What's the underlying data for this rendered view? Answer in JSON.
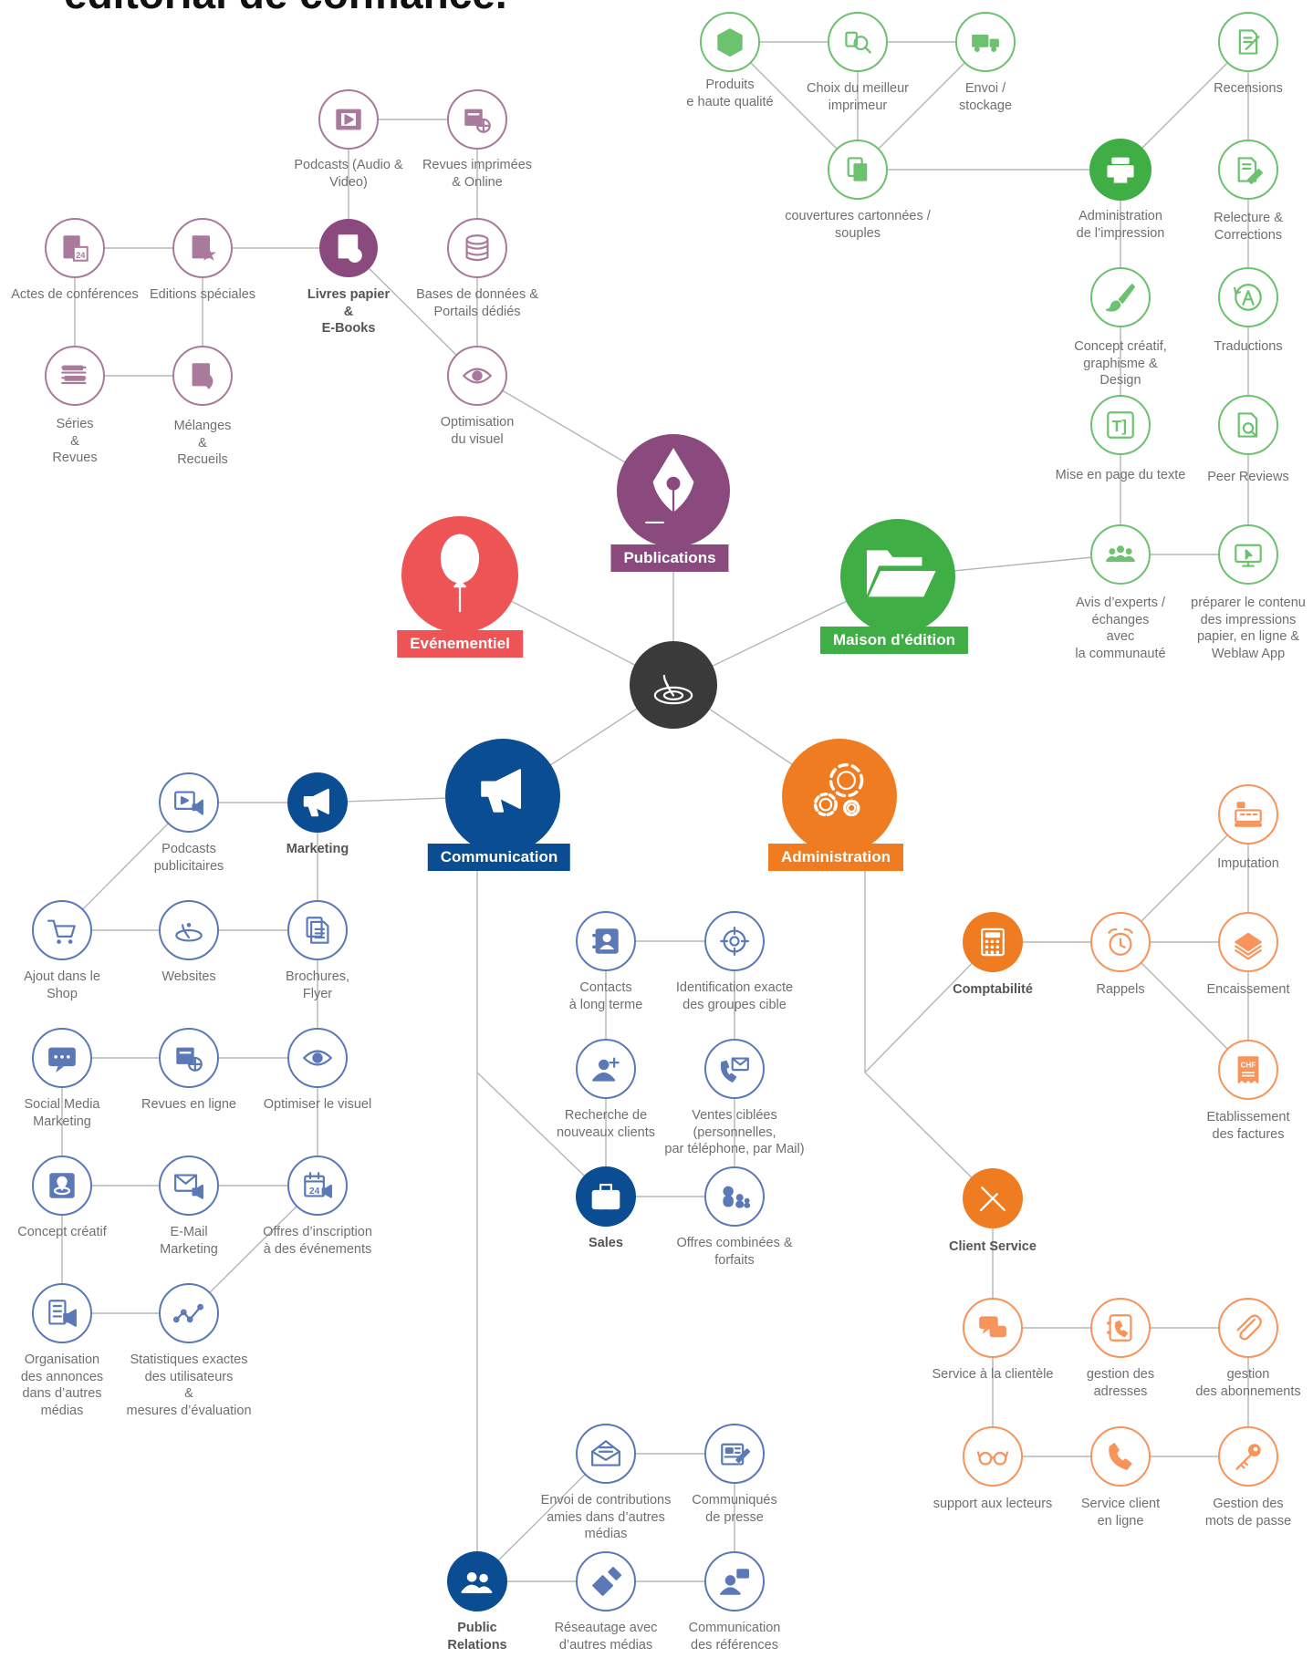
{
  "headline": "editorial de confiance.",
  "colors": {
    "green": "#6cc26f",
    "dark_green": "#3fae45",
    "purple": "#a97a9c",
    "dark_purple": "#8a4a7d",
    "red": "#ee5456",
    "dark_gray": "#3a3a3a",
    "blue": "#5b79b6",
    "dark_blue": "#0b4d92",
    "orange": "#f7945b",
    "dark_orange": "#f07c21",
    "line": "#b5b5b5"
  },
  "hubs": [
    {
      "id": "center",
      "label": "",
      "color": "#3a3a3a",
      "icon": "map-pin-icon"
    },
    {
      "id": "publications",
      "label": "Publications",
      "color": "#8a4a7d",
      "icon": "pen-nib-icon"
    },
    {
      "id": "evenementiel",
      "label": "Evénementiel",
      "color": "#ee5456",
      "icon": "balloon-icon"
    },
    {
      "id": "maison",
      "label": "Maison d’édition",
      "color": "#3fae45",
      "icon": "folder-icon"
    },
    {
      "id": "communication",
      "label": "Communication",
      "color": "#0b4d92",
      "icon": "megaphone-icon"
    },
    {
      "id": "administration",
      "label": "Administration",
      "color": "#f07c21",
      "icon": "gears-icon"
    }
  ],
  "nodes": [
    {
      "id": "produits",
      "label": "Produits\ne haute qualité",
      "style": "outline",
      "color": "#6cc26f",
      "icon": "box-icon"
    },
    {
      "id": "imprimeur",
      "label": "Choix du meilleur\nimprimeur",
      "style": "outline",
      "color": "#6cc26f",
      "icon": "magnifier-icon"
    },
    {
      "id": "envoi",
      "label": "Envoi /\nstockage",
      "style": "outline",
      "color": "#6cc26f",
      "icon": "truck-icon"
    },
    {
      "id": "couvertures",
      "label": "couvertures cartonnées /\nsouples",
      "style": "outline",
      "color": "#6cc26f",
      "icon": "cover-icon"
    },
    {
      "id": "admin_impression",
      "label": "Administration\nde l’impression",
      "style": "solid",
      "color": "#3fae45",
      "icon": "printer-icon"
    },
    {
      "id": "recensions",
      "label": "Recensions",
      "style": "outline",
      "color": "#6cc26f",
      "icon": "document-edit-icon"
    },
    {
      "id": "relecture",
      "label": "Relecture &\nCorrections",
      "style": "outline",
      "color": "#6cc26f",
      "icon": "document-pencil-icon"
    },
    {
      "id": "concept_creatif_green",
      "label": "Concept créatif,\ngraphisme &\nDesign",
      "style": "outline",
      "color": "#6cc26f",
      "icon": "brush-icon"
    },
    {
      "id": "traductions",
      "label": "Traductions",
      "style": "outline",
      "color": "#6cc26f",
      "icon": "translate-icon"
    },
    {
      "id": "mise_en_page",
      "label": "Mise en page du texte",
      "style": "outline",
      "color": "#6cc26f",
      "icon": "text-icon"
    },
    {
      "id": "peer_reviews",
      "label": "Peer Reviews",
      "style": "outline",
      "color": "#6cc26f",
      "icon": "document-search-icon"
    },
    {
      "id": "avis_experts",
      "label": "Avis d’experts /\néchanges\navec\nla communauté",
      "style": "outline",
      "color": "#6cc26f",
      "icon": "people-icon"
    },
    {
      "id": "preparer",
      "label": "préparer le contenu\ndes impressions\npapier, en ligne &\nWeblaw App",
      "style": "outline",
      "color": "#6cc26f",
      "icon": "monitor-icon"
    },
    {
      "id": "podcasts_av",
      "label": "Podcasts (Audio &\nVideo)",
      "style": "outline",
      "color": "#a97a9c",
      "icon": "video-icon"
    },
    {
      "id": "revues_imprimees",
      "label": "Revues imprimées\n& Online",
      "style": "outline",
      "color": "#a97a9c",
      "icon": "web-document-icon"
    },
    {
      "id": "livres",
      "label": "Livres papier\n&\nE-Books",
      "style": "solid",
      "color": "#8a4a7d",
      "icon": "book-globe-icon",
      "bold": true
    },
    {
      "id": "editions_speciales",
      "label": "Editions spéciales",
      "style": "outline",
      "color": "#a97a9c",
      "icon": "book-star-icon"
    },
    {
      "id": "actes",
      "label": "Actes de conférences",
      "style": "outline",
      "color": "#a97a9c",
      "icon": "book-calendar-icon"
    },
    {
      "id": "bases",
      "label": "Bases de données &\nPortails dédiés",
      "style": "outline",
      "color": "#a97a9c",
      "icon": "database-icon"
    },
    {
      "id": "optimisation",
      "label": "Optimisation\ndu visuel",
      "style": "outline",
      "color": "#a97a9c",
      "icon": "eye-icon"
    },
    {
      "id": "series",
      "label": "Séries\n&\nRevues",
      "style": "outline",
      "color": "#a97a9c",
      "icon": "book-stack-icon"
    },
    {
      "id": "melanges",
      "label": "Mélanges\n&\nRecueils",
      "style": "outline",
      "color": "#a97a9c",
      "icon": "book-leaf-icon"
    },
    {
      "id": "marketing",
      "label": "Marketing",
      "style": "solid",
      "color": "#0b4d92",
      "icon": "megaphone-icon",
      "bold": true
    },
    {
      "id": "podcasts_pub",
      "label": "Podcasts\npublicitaires",
      "style": "outline",
      "color": "#5b79b6",
      "icon": "video-megaphone-icon"
    },
    {
      "id": "ajout_shop",
      "label": "Ajout dans le\nShop",
      "style": "outline",
      "color": "#5b79b6",
      "icon": "cart-icon"
    },
    {
      "id": "websites",
      "label": "Websites",
      "style": "outline",
      "color": "#5b79b6",
      "icon": "location-target-icon"
    },
    {
      "id": "brochures",
      "label": "Brochures,\nFlyer",
      "style": "outline",
      "color": "#5b79b6",
      "icon": "documents-icon"
    },
    {
      "id": "social_media",
      "label": "Social Media\nMarketing",
      "style": "outline",
      "color": "#5b79b6",
      "icon": "chat-bubble-icon"
    },
    {
      "id": "revues_en_ligne",
      "label": "Revues en ligne",
      "style": "outline",
      "color": "#5b79b6",
      "icon": "web-document-icon"
    },
    {
      "id": "optimiser_visuel",
      "label": "Optimiser le visuel",
      "style": "outline",
      "color": "#5b79b6",
      "icon": "eye-icon"
    },
    {
      "id": "concept_creatif_blue",
      "label": "Concept créatif",
      "style": "outline",
      "color": "#5b79b6",
      "icon": "target-pin-icon"
    },
    {
      "id": "email_marketing",
      "label": "E-Mail\nMarketing",
      "style": "outline",
      "color": "#5b79b6",
      "icon": "email-megaphone-icon"
    },
    {
      "id": "offres_inscription",
      "label": "Offres d’inscription\nà des événements",
      "style": "outline",
      "color": "#5b79b6",
      "icon": "calendar-megaphone-icon"
    },
    {
      "id": "organisation_annonces",
      "label": "Organisation\ndes annonces\ndans d’autres\nmédias",
      "style": "outline",
      "color": "#5b79b6",
      "icon": "list-megaphone-icon"
    },
    {
      "id": "statistiques",
      "label": "Statistiques exactes\ndes utilisateurs\n&\nmesures d’évaluation",
      "style": "outline",
      "color": "#5b79b6",
      "icon": "line-graph-icon"
    },
    {
      "id": "contacts",
      "label": "Contacts\nà long terme",
      "style": "outline",
      "color": "#5b79b6",
      "icon": "address-book-icon"
    },
    {
      "id": "identification",
      "label": "Identification exacte\ndes groupes cible",
      "style": "outline",
      "color": "#5b79b6",
      "icon": "crosshair-icon"
    },
    {
      "id": "recherche_clients",
      "label": "Recherche de\nnouveaux clients",
      "style": "outline",
      "color": "#5b79b6",
      "icon": "add-user-icon"
    },
    {
      "id": "ventes_ciblees",
      "label": "Ventes ciblées\n(personnelles,\npar téléphone, par Mail)",
      "style": "outline",
      "color": "#5b79b6",
      "icon": "phone-mail-icon"
    },
    {
      "id": "sales",
      "label": "Sales",
      "style": "solid",
      "color": "#0b4d92",
      "icon": "briefcase-icon",
      "bold": true
    },
    {
      "id": "offres_combinees",
      "label": "Offres combinées &\nforfaits",
      "style": "outline",
      "color": "#5b79b6",
      "icon": "dolls-icon"
    },
    {
      "id": "envoi_contributions",
      "label": "Envoi de contributions\namies dans d’autres\nmédias",
      "style": "outline",
      "color": "#5b79b6",
      "icon": "open-envelope-icon"
    },
    {
      "id": "communiques",
      "label": "Communiqués\nde presse",
      "style": "outline",
      "color": "#5b79b6",
      "icon": "newspaper-icon"
    },
    {
      "id": "public_relations",
      "label": "Public\nRelations",
      "style": "solid",
      "color": "#0b4d92",
      "icon": "group-icon",
      "bold": true
    },
    {
      "id": "reseautage",
      "label": "Réseautage avec\nd’autres médias",
      "style": "outline",
      "color": "#5b79b6",
      "icon": "handshake-icon"
    },
    {
      "id": "communication_references",
      "label": "Communication\ndes références",
      "style": "outline",
      "color": "#5b79b6",
      "icon": "person-chat-icon"
    },
    {
      "id": "imputation",
      "label": "Imputation",
      "style": "outline",
      "color": "#f7945b",
      "icon": "cash-register-icon"
    },
    {
      "id": "comptabilite",
      "label": "Comptabilité",
      "style": "solid",
      "color": "#f07c21",
      "icon": "calculator-icon",
      "bold": true
    },
    {
      "id": "rappels",
      "label": "Rappels",
      "style": "outline",
      "color": "#f7945b",
      "icon": "alarm-clock-icon"
    },
    {
      "id": "encaissement",
      "label": "Encaissement",
      "style": "outline",
      "color": "#f7945b",
      "icon": "banknotes-icon"
    },
    {
      "id": "etablissement",
      "label": "Etablissement\ndes factures",
      "style": "outline",
      "color": "#f7945b",
      "icon": "invoice-icon",
      "text": "CHF"
    },
    {
      "id": "client_service",
      "label": "Client Service",
      "style": "solid",
      "color": "#f07c21",
      "icon": "tools-icon",
      "bold": true
    },
    {
      "id": "service_clientele",
      "label": "Service à la clientèle",
      "style": "outline",
      "color": "#f7945b",
      "icon": "chat-bubbles-icon"
    },
    {
      "id": "gestion_adresses",
      "label": "gestion des\nadresses",
      "style": "outline",
      "color": "#f7945b",
      "icon": "address-phone-icon"
    },
    {
      "id": "gestion_abonnements",
      "label": "gestion\ndes abonnements",
      "style": "outline",
      "color": "#f7945b",
      "icon": "paperclip-icon"
    },
    {
      "id": "support_lecteurs",
      "label": "support aux lecteurs",
      "style": "outline",
      "color": "#f7945b",
      "icon": "glasses-icon"
    },
    {
      "id": "service_en_ligne",
      "label": "Service client\nen ligne",
      "style": "outline",
      "color": "#f7945b",
      "icon": "phone-icon"
    },
    {
      "id": "mots_de_passe",
      "label": "Gestion des\nmots de passe",
      "style": "outline",
      "color": "#f7945b",
      "icon": "key-icon"
    }
  ]
}
